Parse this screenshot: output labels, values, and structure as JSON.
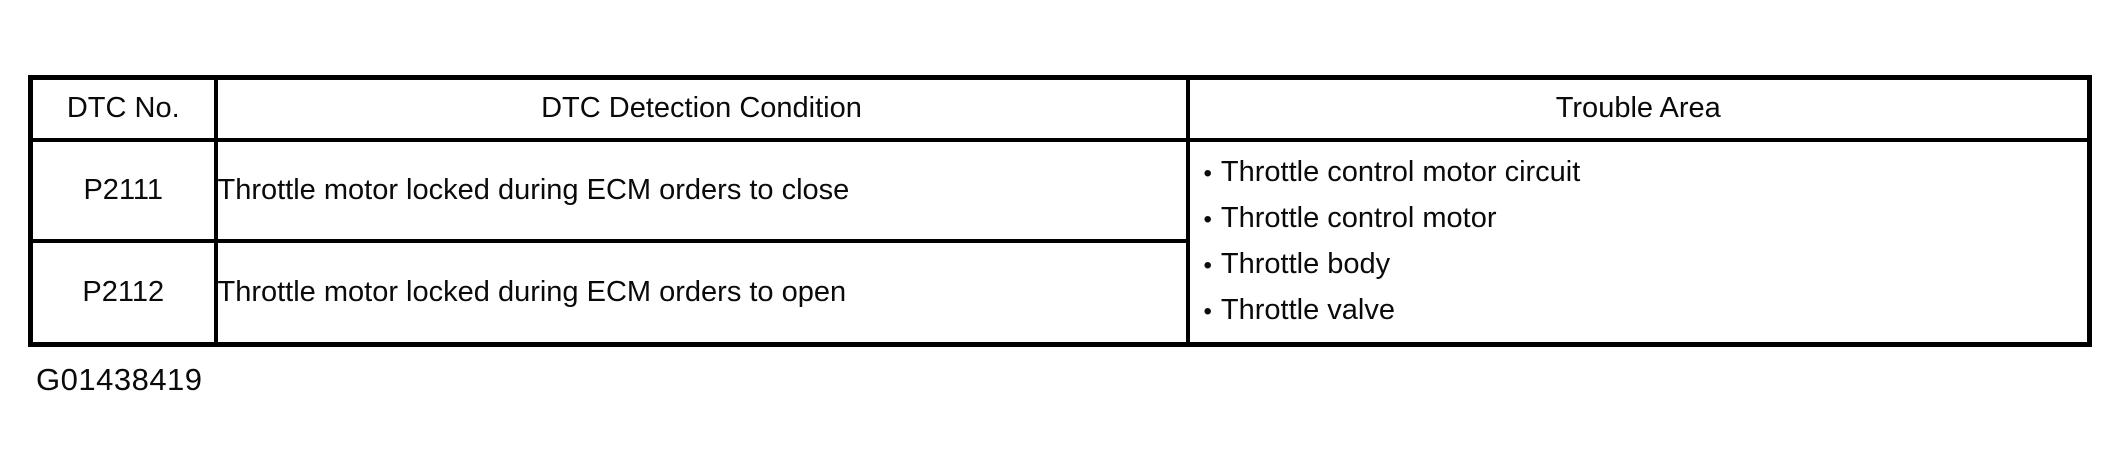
{
  "page": {
    "background": "#ffffff",
    "text_color": "#0a0a0a",
    "border_color": "#000000",
    "figure_id": "G01438419"
  },
  "icons": {
    "bullet": "•"
  },
  "dtc_table": {
    "columns": {
      "dtc_no": "DTC No.",
      "detection_condition": "DTC Detection Condition",
      "trouble_area": "Trouble Area"
    },
    "rows": [
      {
        "dtc_no": "P2111",
        "detection_condition": "Throttle motor locked during ECM orders to close"
      },
      {
        "dtc_no": "P2112",
        "detection_condition": "Throttle motor locked during ECM orders to open"
      }
    ],
    "trouble_area_items": [
      "Throttle control motor circuit",
      "Throttle control motor",
      "Throttle body",
      "Throttle valve"
    ]
  }
}
